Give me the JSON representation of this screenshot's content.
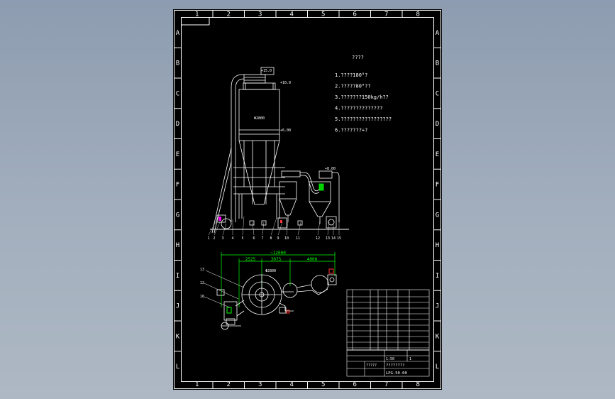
{
  "viewport": {
    "background": "#9aa8b8"
  },
  "sheet": {
    "background": "#000000",
    "line_color": "#ffffff",
    "zone_columns": [
      "1",
      "2",
      "3",
      "4",
      "5",
      "6",
      "7",
      "8"
    ],
    "zone_rows": [
      "A",
      "B",
      "C",
      "D",
      "E",
      "F",
      "G",
      "H",
      "I",
      "J",
      "K",
      "L"
    ]
  },
  "notes": {
    "title": "????",
    "items": [
      "1.????180°?",
      "2.?????80°??",
      "3.???????150kg/h??",
      "4.??????????????",
      "5.?????????????????",
      "6.???????+?"
    ]
  },
  "elevation_view": {
    "labels": {
      "top_elevation": "+15.0",
      "mid_elevation_1": "+10.0",
      "mid_elevation_2": "+6.00",
      "diameter": "Φ2800",
      "right_elevation": "+8.00"
    },
    "part_numbers": [
      "1",
      "2",
      "3",
      "4",
      "5",
      "6",
      "7",
      "8",
      "9",
      "10",
      "11",
      "12",
      "13",
      "14",
      "15"
    ]
  },
  "plan_view": {
    "overall_dimension": "~12000",
    "dimensions": [
      "2525",
      "3075",
      "4000"
    ],
    "diameter": "Φ2800",
    "part_callouts": [
      "13",
      "12",
      "16"
    ]
  },
  "title_block": {
    "drawing_title": "????????",
    "drawing_number": "LPG-50-00",
    "unit": "?????",
    "scale": "1:50",
    "sheet": "1"
  },
  "colors": {
    "green_dimension": "#00ff00",
    "green_fill": "#00cc00",
    "magenta_mark": "#ff00ff",
    "red_mark": "#ff3030"
  }
}
